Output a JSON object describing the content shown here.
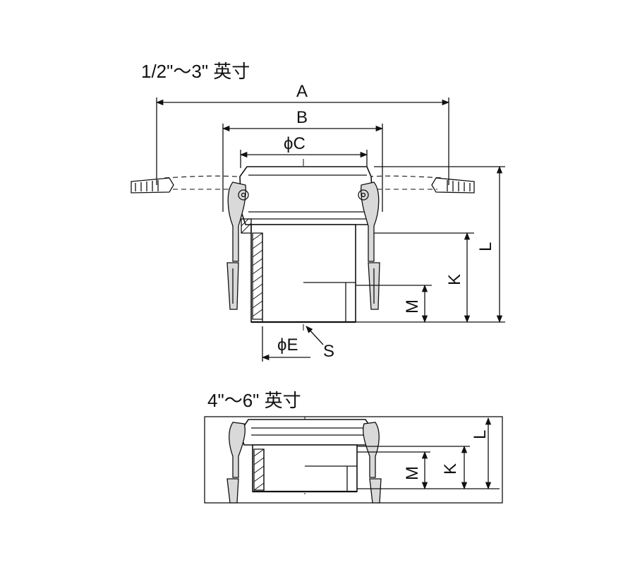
{
  "top_view": {
    "caption": "1/2\"～3\" 英寸",
    "dimensions": {
      "A": "A",
      "B": "B",
      "C": "ϕC",
      "E": "ϕE",
      "S": "S",
      "L": "L",
      "K": "K",
      "M": "M"
    }
  },
  "bottom_view": {
    "caption": "4\"～6\" 英寸",
    "dimensions": {
      "L": "L",
      "K": "K",
      "M": "M"
    }
  }
}
